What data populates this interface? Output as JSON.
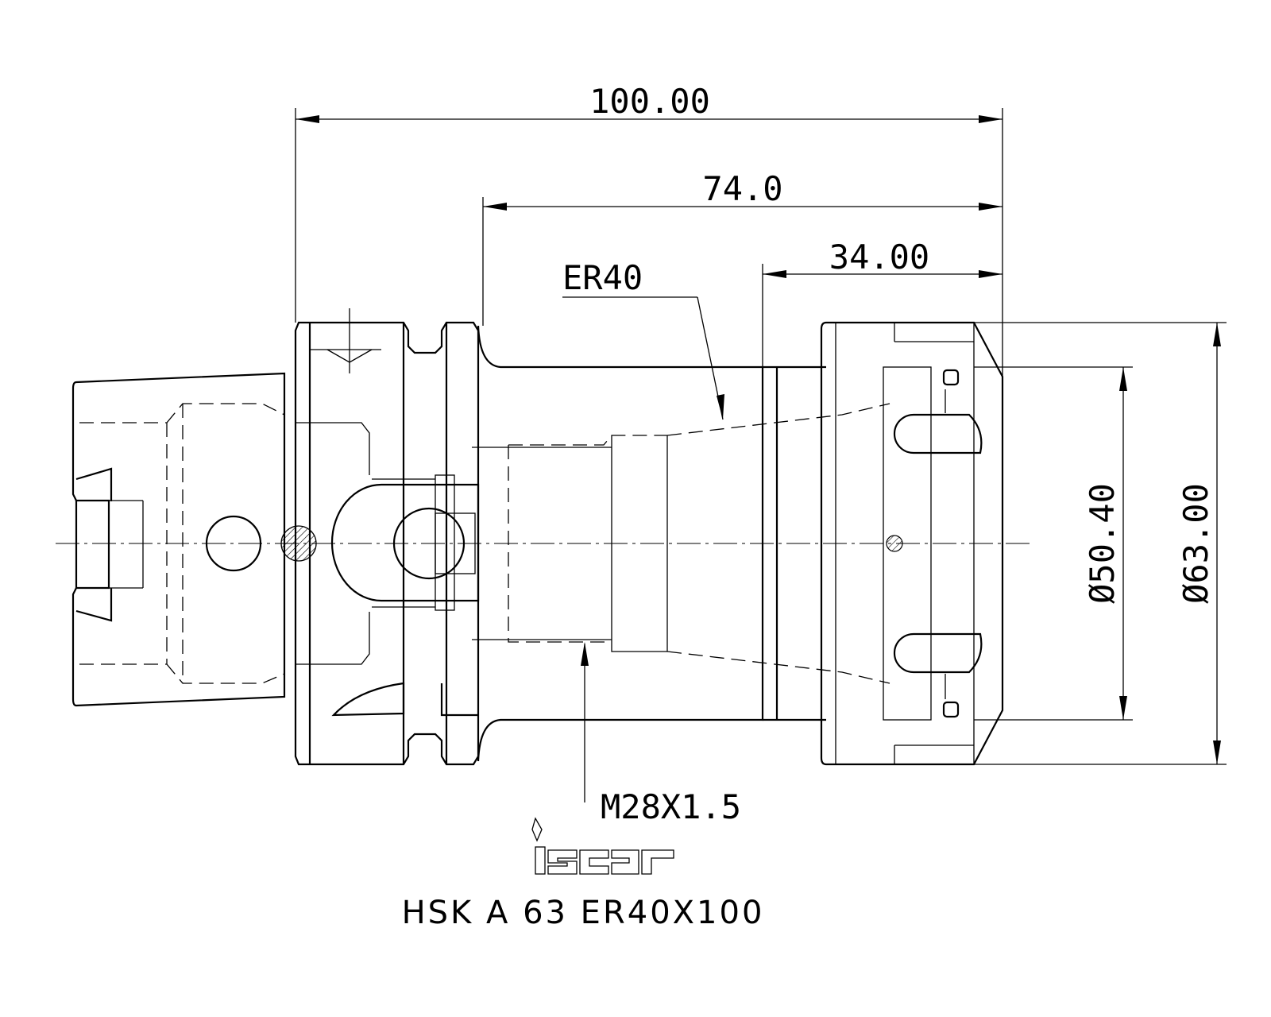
{
  "dimensions": {
    "overall_length": "100.00",
    "gauge_length": "74.0",
    "nut_length": "34.00",
    "nut_diameter": "Ø50.40",
    "outer_diameter": "Ø63.00"
  },
  "callouts": {
    "collet": "ER40",
    "thread": "M28X1.5"
  },
  "logo": {
    "text": "iscar"
  },
  "caption": "HSK A 63 ER40X100"
}
